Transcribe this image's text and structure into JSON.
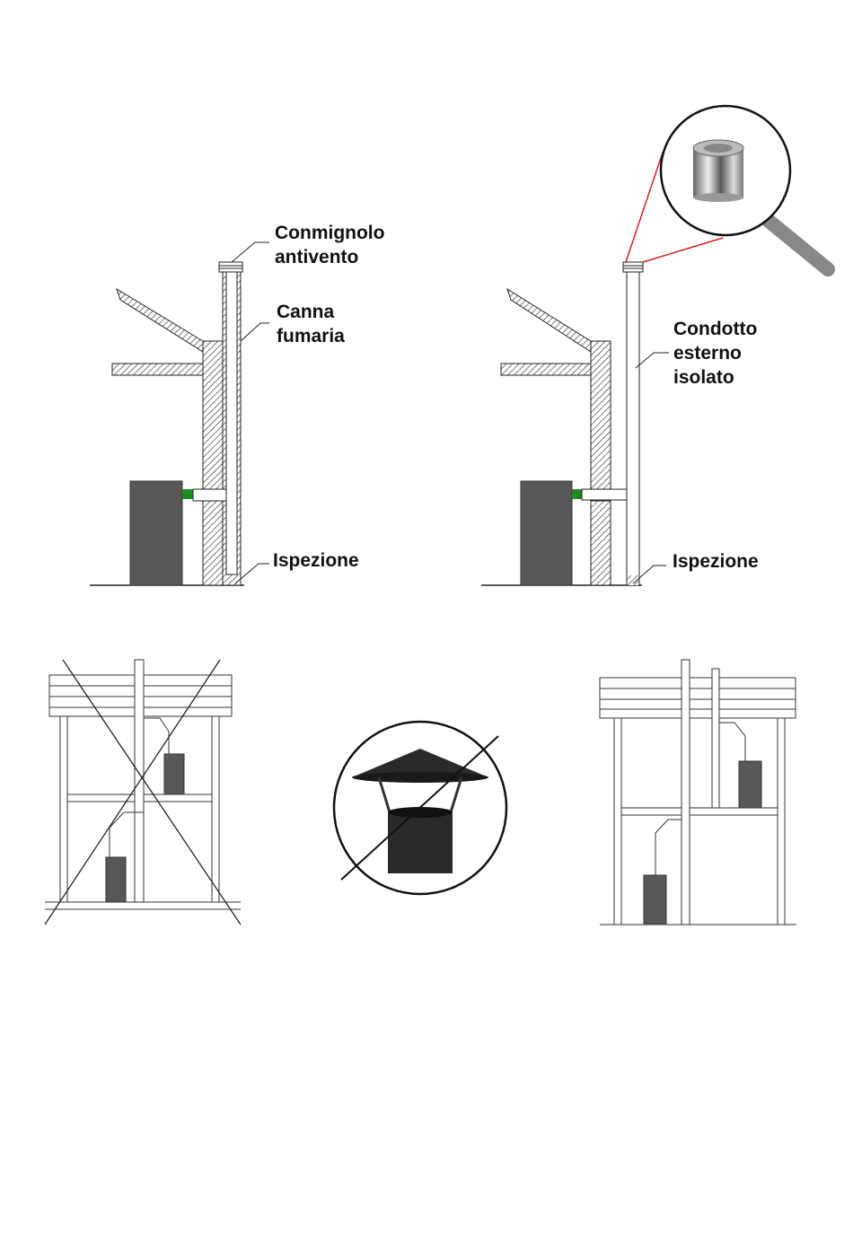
{
  "diagram_top_left": {
    "labels": {
      "cap_line1": "Conmignolo",
      "cap_line2": "antivento",
      "flue_line1": "Canna",
      "flue_line2": "fumaria",
      "inspection": "Ispezione"
    }
  },
  "diagram_top_right": {
    "labels": {
      "duct_line1": "Condotto",
      "duct_line2": "esterno",
      "duct_line3": "isolato",
      "inspection": "Ispezione"
    }
  },
  "colors": {
    "stove": "#5a5856",
    "connector": "#1f8a1f",
    "magnifier_line": "#d42020",
    "line": "#222222"
  }
}
